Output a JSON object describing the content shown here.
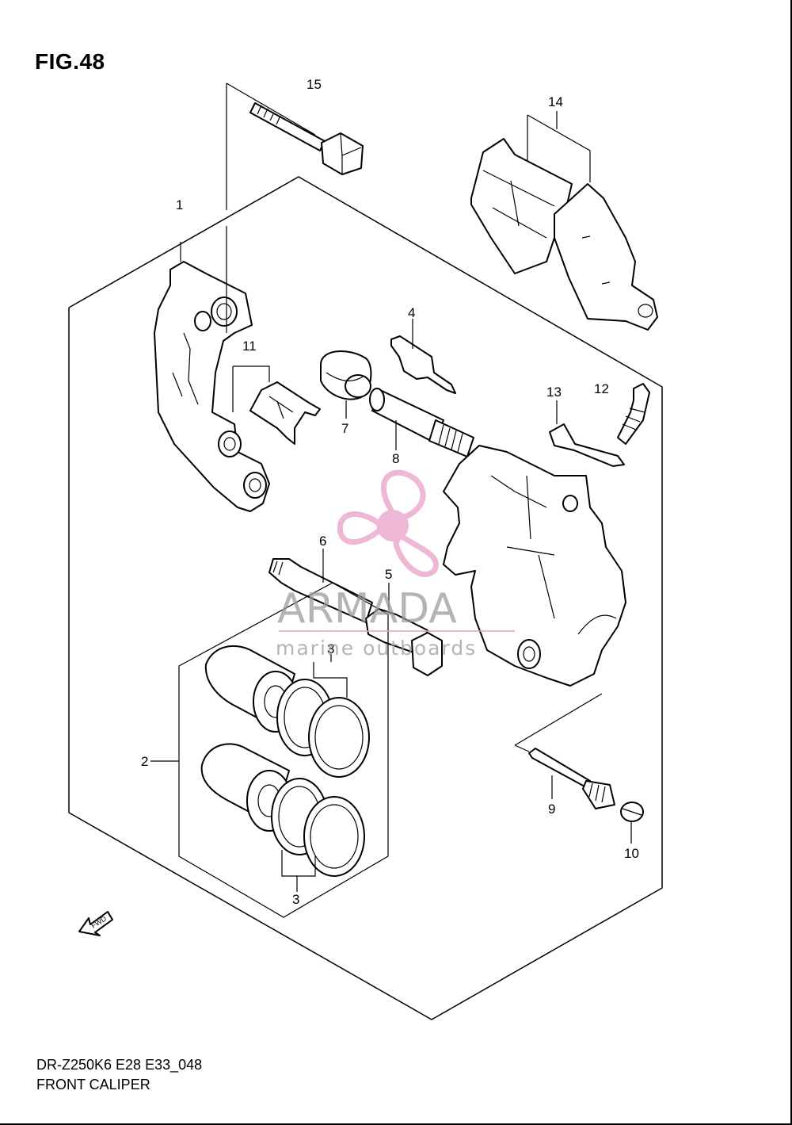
{
  "figure": {
    "title": "FIG.48"
  },
  "footer": {
    "code": "DR-Z250K6 E28 E33_048",
    "name": "FRONT CALIPER"
  },
  "callouts": {
    "p1": "1",
    "p2": "2",
    "p3a": "3",
    "p3b": "3",
    "p4": "4",
    "p5": "5",
    "p6": "6",
    "p7": "7",
    "p8": "8",
    "p9": "9",
    "p10": "10",
    "p11": "11",
    "p12": "12",
    "p13": "13",
    "p14": "14",
    "p15": "15"
  },
  "fwd_label": "FWD",
  "watermark": {
    "brand": "ARMADA",
    "tagline": "marine outboards",
    "color": "#e8a0c8"
  }
}
